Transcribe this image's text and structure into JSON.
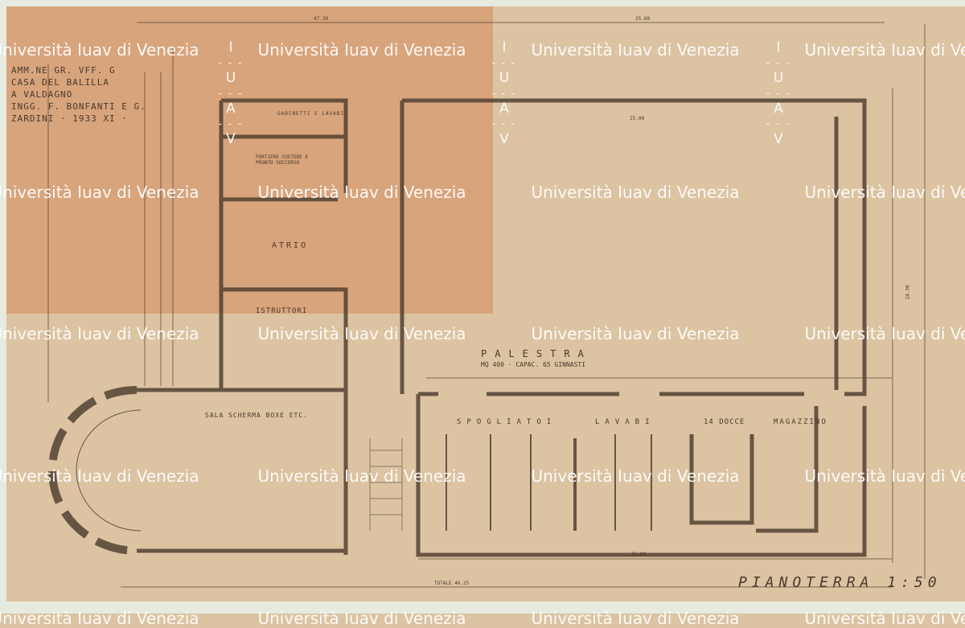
{
  "title_block": [
    "AMM.NE GR. VFF. G",
    "CASA DEL BALILLA",
    "A VALDAGNO",
    "INGG. F. BONFANTI E G.",
    "ZARDINI · 1933 XI ·"
  ],
  "rooms": {
    "atrio": "ATRIO",
    "istruttori": "ISTRUTTORI",
    "portiere": "PORTIERE-CUSTODE E PRONTO SOCCORSO",
    "gabinetti": "GABINETTI E LAVABI",
    "scherma": "SALA SCHERMA BOXE ETC.",
    "palestra": "PALESTRA",
    "palestra_note": "MQ 400 · CAPAC. 65 GINNASTI",
    "spogliatoi": "SPOGLIATOI",
    "lavabi": "LAVABI",
    "docce": "14 DOCCE",
    "magazzino": "MAGAZZINO"
  },
  "dimensions": {
    "top_total": "47.30",
    "top_right": "25.60",
    "palestra_width": "25.00",
    "bottom_total": "TOTALE 46.25",
    "bottom_right": "25.60",
    "right_total": "24.30"
  },
  "sheet_label": "PIANOTERRA 1:50",
  "watermark": {
    "text": "Università Iuav di Venezia",
    "letters": [
      "I",
      "U",
      "A",
      "V"
    ]
  },
  "colors": {
    "paper": "#dcc3a2",
    "paper_dark": "#d8a47c",
    "ink": "#4a3a2c"
  }
}
